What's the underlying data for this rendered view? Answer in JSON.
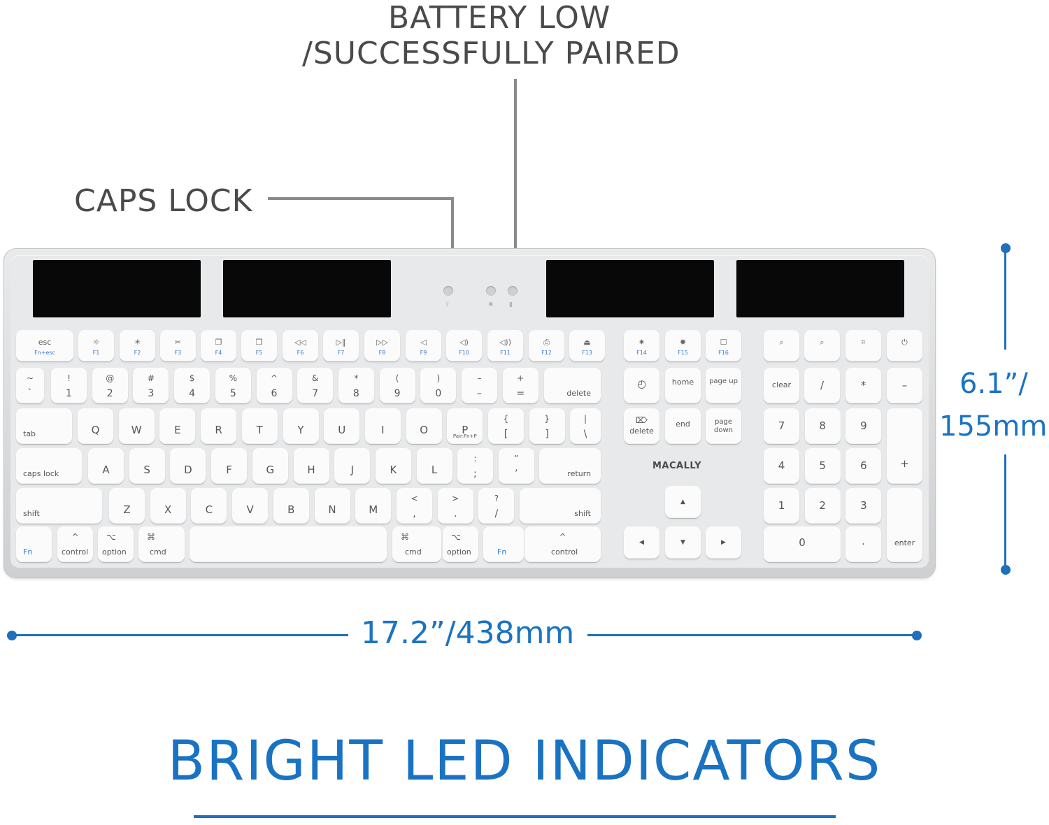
{
  "callouts": {
    "battery_line1": "BATTERY LOW",
    "battery_line2": "/SUCCESSFULLY PAIRED",
    "caps_lock": "CAPS LOCK"
  },
  "brand": "MACALLY",
  "dimensions": {
    "width": "17.2”/438mm",
    "height_line1": "6.1”/",
    "height_line2": "155mm"
  },
  "headline": "BRIGHT LED INDICATORS",
  "colors": {
    "accent": "#1f6fbd",
    "callout_text": "#4a4a4a",
    "fn_label": "#3a7dc6"
  },
  "led_icons": [
    "caps-lock-icon",
    "bluetooth-icon",
    "battery-icon"
  ],
  "keys": {
    "fn_row": [
      {
        "top": "esc",
        "bottom": "Fn+esc"
      },
      {
        "top": "☼",
        "bottom": "F1"
      },
      {
        "top": "☀",
        "bottom": "F2"
      },
      {
        "top": "✂",
        "bottom": "F3"
      },
      {
        "top": "❐",
        "bottom": "F4"
      },
      {
        "top": "❒",
        "bottom": "F5"
      },
      {
        "top": "◁◁",
        "bottom": "F6"
      },
      {
        "top": "▷‖",
        "bottom": "F7"
      },
      {
        "top": "▷▷",
        "bottom": "F8"
      },
      {
        "top": "◁",
        "bottom": "F9"
      },
      {
        "top": "◁)",
        "bottom": "F10"
      },
      {
        "top": "◁))",
        "bottom": "F11"
      },
      {
        "top": "⎙",
        "bottom": "F12"
      },
      {
        "top": "⏏",
        "bottom": "F13"
      },
      {
        "top": "✷",
        "bottom": "F14"
      },
      {
        "top": "✹",
        "bottom": "F15"
      },
      {
        "top": "☐",
        "bottom": "F16"
      },
      {
        "top": "⌕",
        "bottom": ""
      },
      {
        "top": "⌕",
        "bottom": ""
      },
      {
        "top": "⌗",
        "bottom": ""
      },
      {
        "top": "⏻",
        "bottom": ""
      }
    ],
    "num_row": [
      {
        "top": "~",
        "bottom": "`"
      },
      {
        "top": "!",
        "bottom": "1"
      },
      {
        "top": "@",
        "bottom": "2"
      },
      {
        "top": "#",
        "bottom": "3"
      },
      {
        "top": "$",
        "bottom": "4"
      },
      {
        "top": "%",
        "bottom": "5"
      },
      {
        "top": "^",
        "bottom": "6"
      },
      {
        "top": "&",
        "bottom": "7"
      },
      {
        "top": "*",
        "bottom": "8"
      },
      {
        "top": "(",
        "bottom": "9"
      },
      {
        "top": ")",
        "bottom": "0"
      },
      {
        "top": "–",
        "bottom": "–"
      },
      {
        "top": "+",
        "bottom": "="
      }
    ],
    "delete": "delete",
    "tab": "tab",
    "qwerty": [
      "Q",
      "W",
      "E",
      "R",
      "T",
      "Y",
      "U",
      "I",
      "O",
      "P"
    ],
    "p_sub": "Pair:Fn+P",
    "brackets": [
      {
        "top": "{",
        "bottom": "["
      },
      {
        "top": "}",
        "bottom": "]"
      },
      {
        "top": "|",
        "bottom": "\\"
      }
    ],
    "caps_lock": "caps lock",
    "asdf": [
      "A",
      "S",
      "D",
      "F",
      "G",
      "H",
      "J",
      "K",
      "L"
    ],
    "home_row_punct": [
      {
        "top": ":",
        "bottom": ";"
      },
      {
        "top": "”",
        "bottom": "’"
      }
    ],
    "return": "return",
    "shift": "shift",
    "zxcv": [
      "Z",
      "X",
      "C",
      "V",
      "B",
      "N",
      "M"
    ],
    "shift_punct": [
      {
        "top": "<",
        "bottom": ","
      },
      {
        "top": ">",
        "bottom": "."
      },
      {
        "top": "?",
        "bottom": "/"
      }
    ],
    "fn": "Fn",
    "control": "control",
    "option": "option",
    "cmd": "cmd",
    "control_sym": "^",
    "option_sym": "⌥",
    "cmd_sym": "⌘",
    "nav": {
      "assist": "◴",
      "home": "home",
      "page_up": "page up",
      "delete": "delete",
      "end": "end",
      "page_down": "page down"
    },
    "arrows": {
      "up": "▲",
      "left": "◀",
      "down": "▼",
      "right": "▶"
    },
    "numpad": {
      "clear": "clear",
      "divide": "/",
      "multiply": "*",
      "minus": "–",
      "row2": [
        "7",
        "8",
        "9"
      ],
      "row3": [
        "4",
        "5",
        "6"
      ],
      "plus": "+",
      "row4": [
        "1",
        "2",
        "3"
      ],
      "zero": "0",
      "dot": ".",
      "enter": "enter"
    }
  }
}
